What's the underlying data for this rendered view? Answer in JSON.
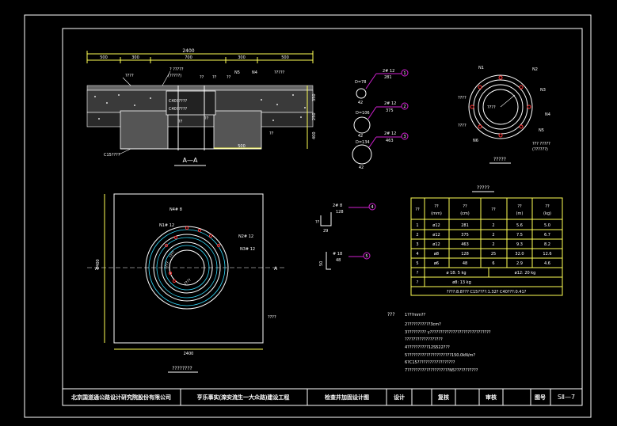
{
  "section": {
    "title": "A—A",
    "dims_top": [
      "2400",
      "500",
      "300",
      "700",
      "300",
      "500"
    ],
    "dim_bottom": "500",
    "labels": [
      "????",
      "? ?????",
      "(?????)",
      "??",
      "??",
      "??",
      "N5",
      "N4",
      "?????",
      "C40?????",
      "C40?????",
      "??",
      "??",
      "??",
      "C15????"
    ],
    "right_dims": [
      "350",
      "250",
      "400"
    ]
  },
  "rings": [
    {
      "d": "D=78",
      "num": "1",
      "bar": "2# 12",
      "len": "281",
      "cover": "42"
    },
    {
      "d": "D=106",
      "num": "2",
      "bar": "2# 12",
      "len": "375",
      "cover": "42"
    },
    {
      "d": "D=134",
      "num": "3",
      "bar": "2# 12",
      "len": "463",
      "cover": "42"
    }
  ],
  "ring_detail": {
    "title": "?????",
    "labels": [
      "N1",
      "N2",
      "N3",
      "N4",
      "N5",
      "N6",
      "????",
      "????",
      "????",
      "??? ?????",
      "(??????)"
    ]
  },
  "plan": {
    "title": "????????",
    "width": "2400",
    "height": "2400",
    "section_mark": "A",
    "labels": [
      "N4# 8",
      "N1# 12",
      "N2# 12",
      "N3# 12",
      "????",
      "????",
      "????",
      "????"
    ]
  },
  "stirrups": [
    {
      "num": "4",
      "bar": "2# 8",
      "len": "128",
      "dims": [
        "29",
        "??"
      ]
    },
    {
      "num": "5",
      "bar": "# 18",
      "len": "48",
      "dims": [
        "50"
      ]
    }
  ],
  "table": {
    "title": "?????",
    "headers": [
      "??",
      "??\n(mm)",
      "??\n(cm)",
      "??",
      "??\n(m)",
      "??\n(kg)"
    ],
    "rows": [
      [
        "1",
        "ø12",
        "281",
        "2",
        "5.6",
        "5.0"
      ],
      [
        "2",
        "ø12",
        "375",
        "2",
        "7.5",
        "6.7"
      ],
      [
        "3",
        "ø12",
        "463",
        "2",
        "9.3",
        "8.2"
      ],
      [
        "4",
        "ø8",
        "128",
        "25",
        "32.0",
        "12.6"
      ],
      [
        "5",
        "ø6",
        "48",
        "6",
        "2.9",
        "4.6"
      ]
    ],
    "totals": [
      {
        "label": "?",
        "a": "ø 18: 5 kg",
        "b": "ø12: 20 kg"
      },
      {
        "label": "?",
        "a": "ø8: 13 kg",
        "b": ""
      }
    ],
    "footer": "????:8.8???  C15????:1.32?  C40???:0.41?"
  },
  "notes": {
    "title": "???",
    "lines": [
      "1???mm??",
      "2???????????3cm?",
      "3????????? γ?????????????????????????????",
      "  ??????????????????",
      "4??????????12S522???",
      "5?????????????????????150.0kN/m?",
      "6?C15??????????????????",
      "7????????????????????N5???????????"
    ]
  },
  "titleblock": {
    "company": "北京国道通公路设计研究院股份有限公司",
    "project": "亨乐事实(滦安流生一大众路)建设工程",
    "drawing": "检查井加固设计图",
    "design": "设计",
    "review": "复核",
    "check": "审核",
    "sheet_label": "图号",
    "sheet_no": "SⅡ—7"
  }
}
